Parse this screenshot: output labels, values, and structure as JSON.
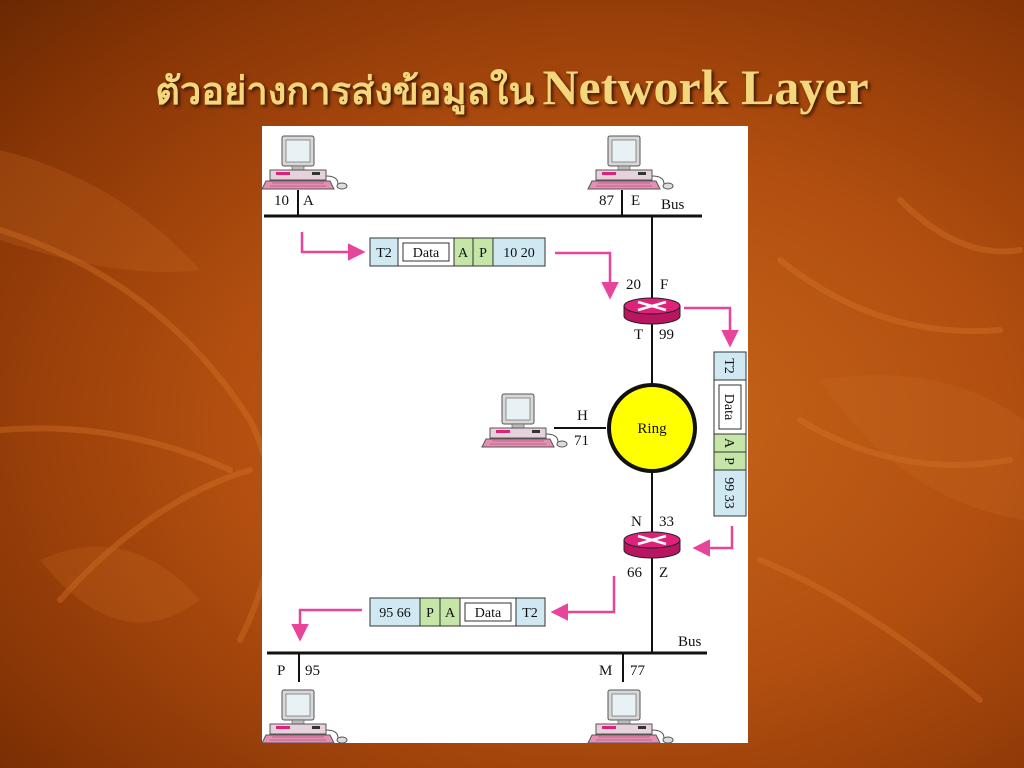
{
  "slide": {
    "title_thai": "ตัวอย่างการส่งข้อมูลใน",
    "title_english": "Network Layer"
  },
  "diagram": {
    "buses": {
      "top": "Bus",
      "bottom": "Bus"
    },
    "ring": "Ring",
    "hosts": {
      "A": {
        "letter": "A",
        "address": "10"
      },
      "E": {
        "letter": "E",
        "address": "87"
      },
      "H": {
        "letter": "H",
        "address": "71"
      },
      "P": {
        "letter": "P",
        "address": "95"
      },
      "M": {
        "letter": "M",
        "address": "77"
      }
    },
    "routers": {
      "top": {
        "f_letter": "F",
        "f_address": "20",
        "t_letter": "T",
        "t_address": "99"
      },
      "bottom": {
        "n_letter": "N",
        "n_address": "33",
        "z_letter": "Z",
        "z_address": "66"
      }
    },
    "frames": {
      "frame1": {
        "trailer": "T2",
        "data": "Data",
        "a": "A",
        "p": "P",
        "addresses": "10 20"
      },
      "frame2": {
        "trailer": "T2",
        "data": "Data",
        "a": "A",
        "p": "P",
        "addresses": "99 33"
      },
      "frame3": {
        "addresses": "95 66",
        "p": "P",
        "a": "A",
        "data": "Data",
        "trailer": "T2"
      }
    }
  },
  "colors": {
    "accent": "#f4d77a",
    "router": "#e0217a",
    "ring": "#ffff00",
    "arrow": "#e8449a",
    "header_cell": "#cfe8f2",
    "ap_cell": "#c6e6a8"
  }
}
